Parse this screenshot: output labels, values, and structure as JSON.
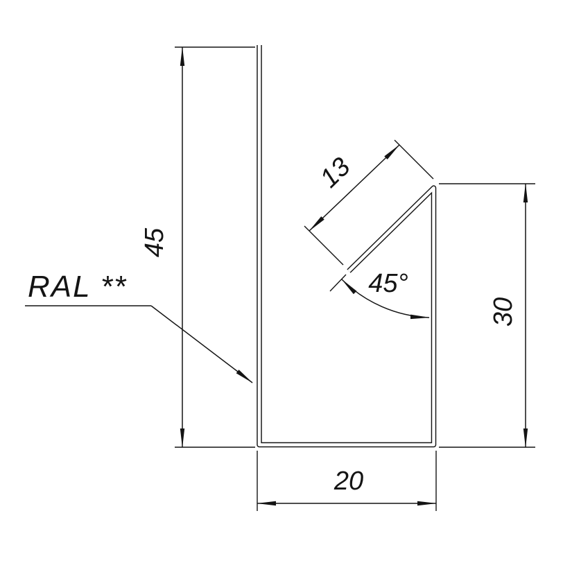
{
  "page": {
    "background": "#ffffff",
    "line_color": "#141414"
  },
  "drawing": {
    "type": "sheet-metal-profile-cross-section",
    "labels": {
      "coating": "RAL **"
    },
    "dimensions": {
      "height_left": "45",
      "flange_length": "13",
      "angle": "45°",
      "height_right": "30",
      "width_bottom": "20"
    }
  }
}
